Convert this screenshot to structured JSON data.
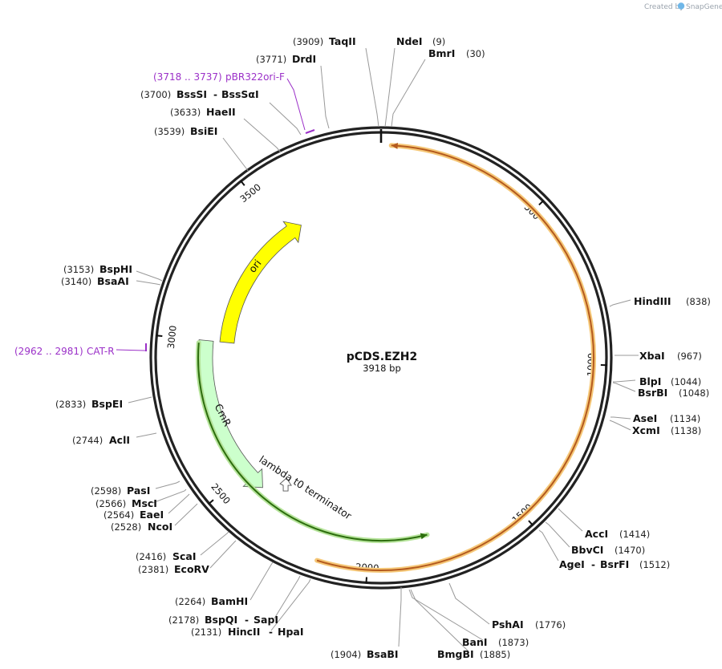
{
  "watermark": {
    "prefix": "Created by",
    "brand": "SnapGene"
  },
  "plasmid": {
    "name": "pCDS.EZH2",
    "size_label": "3918 bp",
    "length": 3918
  },
  "ticks": [
    {
      "pos": 500,
      "label": "500"
    },
    {
      "pos": 1000,
      "label": "1000"
    },
    {
      "pos": 1500,
      "label": "1500"
    },
    {
      "pos": 2000,
      "label": "2000"
    },
    {
      "pos": 2500,
      "label": "2500"
    },
    {
      "pos": 3000,
      "label": "3000"
    },
    {
      "pos": 3500,
      "label": "3500"
    }
  ],
  "features": [
    {
      "name": "EZH2",
      "start": 30,
      "end": 2150,
      "strand": -1,
      "color": "#b45a1e",
      "glow": "#f5c777",
      "kind": "line"
    },
    {
      "name": "ori",
      "start": 3000,
      "end": 3580,
      "strand": 1,
      "color": "#ffff00",
      "kind": "arrow"
    },
    {
      "name": "CmR",
      "start": 2420,
      "end": 3000,
      "strand": -1,
      "color": "#ccffcc",
      "kind": "arrow"
    },
    {
      "name": "CmR-promoter",
      "start": 1800,
      "end": 2990,
      "strand": -1,
      "color": "#2d6e0e",
      "glow": "#b5e39a",
      "kind": "line"
    },
    {
      "name": "lambda t0 terminator",
      "start": 2330,
      "end": 2390,
      "strand": -1,
      "color": "#ffffff",
      "kind": "terminator"
    }
  ],
  "feature_labels": [
    {
      "feature": "ori",
      "text": "ori"
    },
    {
      "feature": "CmR",
      "text": "CmR"
    },
    {
      "feature": "lambda t0 terminator",
      "text": "lambda t0 terminator"
    }
  ],
  "sites": [
    {
      "name": "TaqII",
      "pos": "(3909)",
      "side": "right"
    },
    {
      "name": "NdeI",
      "pos": "(9)",
      "side": "right"
    },
    {
      "name": "BmrI",
      "pos": "(30)",
      "side": "right"
    },
    {
      "name": "DrdI",
      "pos": "(3771)",
      "side": "left"
    },
    {
      "name": "BssSI",
      "name2": "BssSαI",
      "pos": "(3700)",
      "side": "left"
    },
    {
      "name": "HaeII",
      "pos": "(3633)",
      "side": "left"
    },
    {
      "name": "BsiEI",
      "pos": "(3539)",
      "side": "left"
    },
    {
      "name": "BspHI",
      "pos": "(3153)",
      "side": "left"
    },
    {
      "name": "BsaAI",
      "pos": "(3140)",
      "side": "left"
    },
    {
      "name": "BspEI",
      "pos": "(2833)",
      "side": "left"
    },
    {
      "name": "AclI",
      "pos": "(2744)",
      "side": "left"
    },
    {
      "name": "PasI",
      "pos": "(2598)",
      "side": "left"
    },
    {
      "name": "MscI",
      "pos": "(2566)",
      "side": "left"
    },
    {
      "name": "EaeI",
      "pos": "(2564)",
      "side": "left"
    },
    {
      "name": "NcoI",
      "pos": "(2528)",
      "side": "left"
    },
    {
      "name": "ScaI",
      "pos": "(2416)",
      "side": "left"
    },
    {
      "name": "EcoRV",
      "pos": "(2381)",
      "side": "left"
    },
    {
      "name": "BamHI",
      "pos": "(2264)",
      "side": "left"
    },
    {
      "name": "BspQI",
      "name2": "SapI",
      "pos": "(2178)",
      "side": "left"
    },
    {
      "name": "HincII",
      "name2": "HpaI",
      "pos": "(2131)",
      "side": "left"
    },
    {
      "name": "BsaBI",
      "pos": "(1904)",
      "side": "left"
    },
    {
      "name": "BmgBI",
      "pos": "(1885)",
      "side": "right"
    },
    {
      "name": "BanI",
      "pos": "(1873)",
      "side": "right"
    },
    {
      "name": "PshAI",
      "pos": "(1776)",
      "side": "right"
    },
    {
      "name": "AgeI",
      "name2": "BsrFI",
      "pos": "(1512)",
      "side": "right"
    },
    {
      "name": "BbvCI",
      "pos": "(1470)",
      "side": "right"
    },
    {
      "name": "AccI",
      "pos": "(1414)",
      "side": "right"
    },
    {
      "name": "XcmI",
      "pos": "(1138)",
      "side": "right"
    },
    {
      "name": "AseI",
      "pos": "(1134)",
      "side": "right"
    },
    {
      "name": "BsrBI",
      "pos": "(1048)",
      "side": "right"
    },
    {
      "name": "BlpI",
      "pos": "(1044)",
      "side": "right"
    },
    {
      "name": "XbaI",
      "pos": "(967)",
      "side": "right"
    },
    {
      "name": "HindIII",
      "pos": "(838)",
      "side": "right"
    }
  ],
  "primers": [
    {
      "name": "pBR322ori-F",
      "range": "(3718 .. 3737)"
    },
    {
      "name": "CAT-R",
      "range": "(2962 .. 2981)"
    }
  ]
}
